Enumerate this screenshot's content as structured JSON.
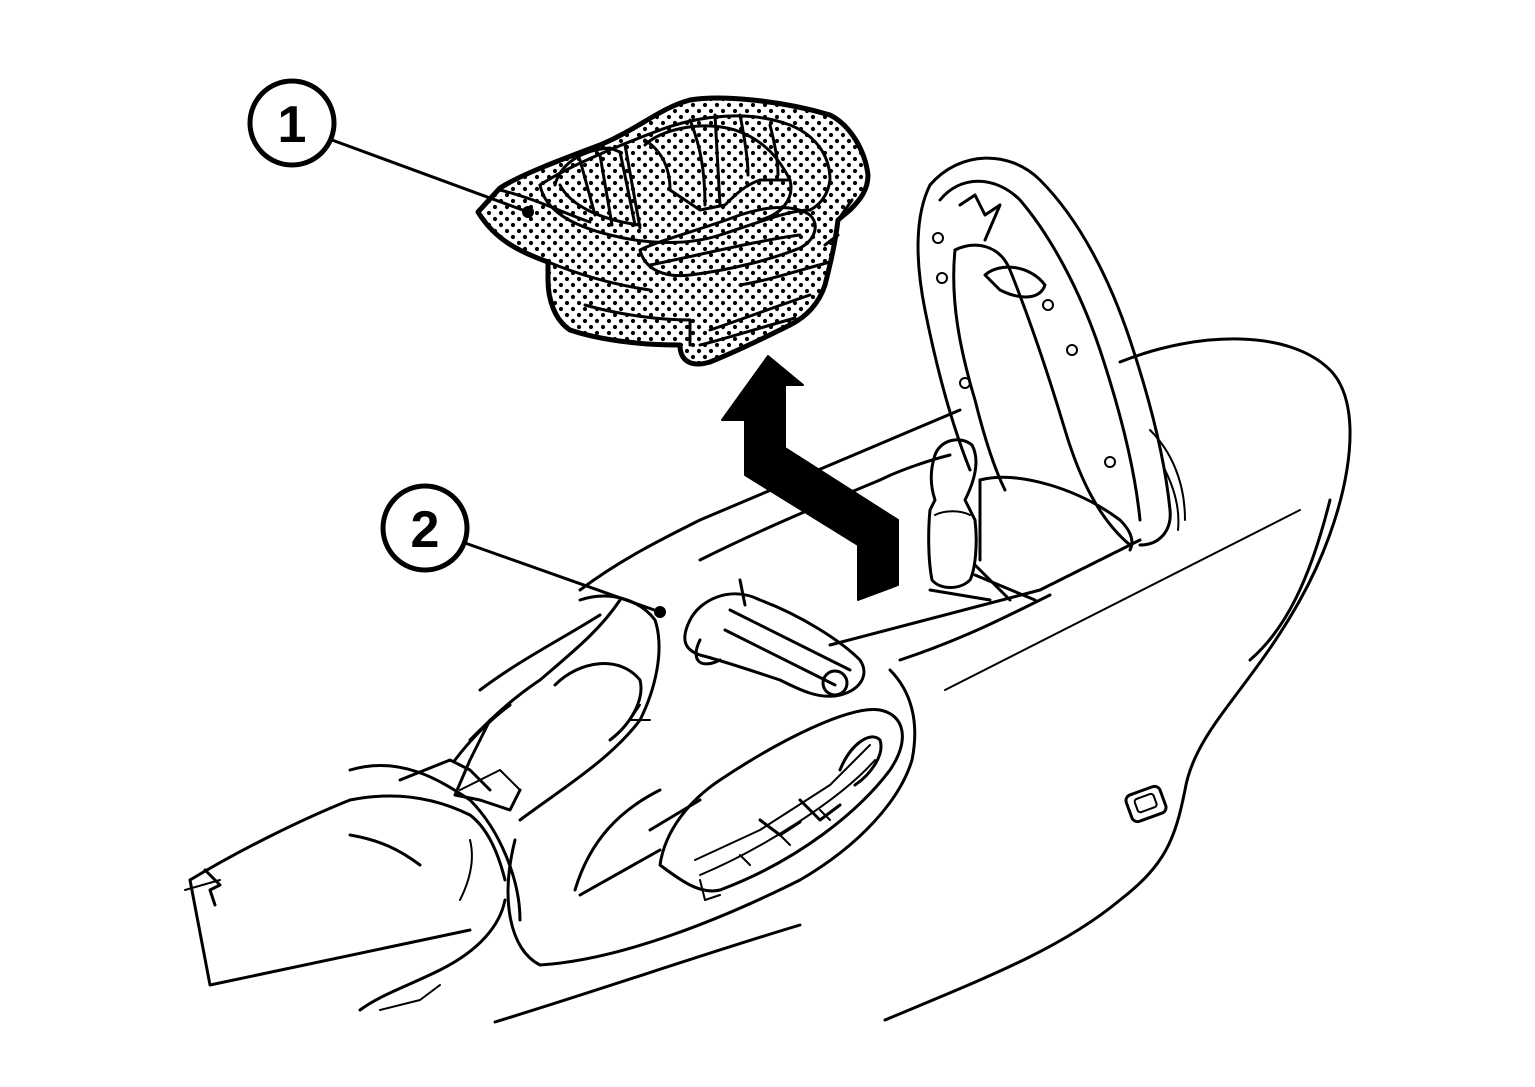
{
  "callouts": [
    {
      "id": 1,
      "label": "1"
    },
    {
      "id": 2,
      "label": "2"
    }
  ],
  "colors": {
    "ink": "#000000",
    "background": "#ffffff"
  }
}
